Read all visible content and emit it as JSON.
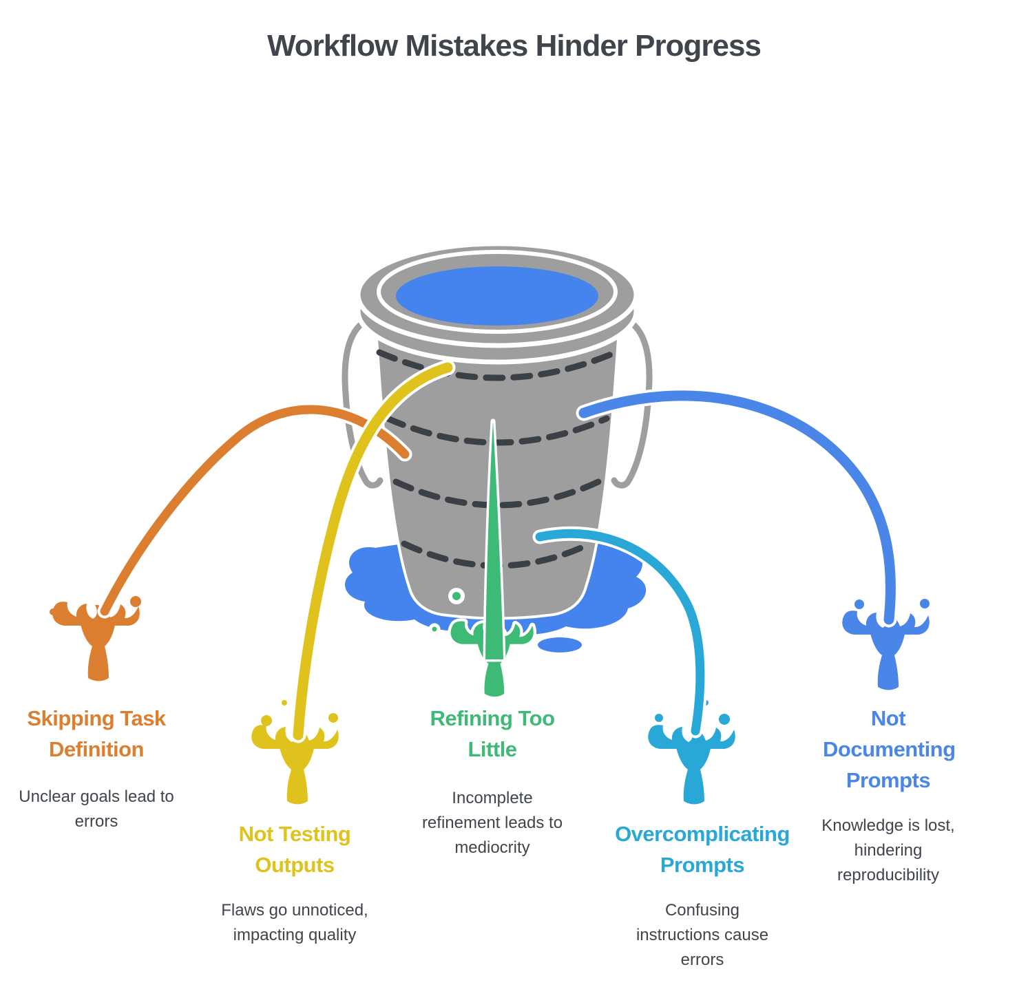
{
  "title": "Workflow Mistakes Hinder Progress",
  "illustration": {
    "name": "leaking-bucket",
    "description_visible_elements": [
      "gray bucket full of blue water",
      "blue puddle",
      "five colored leak streams with splashes"
    ]
  },
  "palette": {
    "orange": "#DC7E30",
    "yellow": "#DFC31C",
    "green": "#3DBA76",
    "cyan": "#29A8D8",
    "blue": "#4A85E8",
    "bucket_gray": "#9E9E9E",
    "water_blue": "#4584EC",
    "dash_dark": "#3A4045",
    "text_dark": "#3F454B"
  },
  "mistakes": [
    {
      "id": "skipping-task-definition",
      "label": "Skipping Task Definition",
      "description": "Unclear goals lead to errors",
      "color": "#DC7E30"
    },
    {
      "id": "not-testing-outputs",
      "label": "Not Testing Outputs",
      "description": "Flaws go unnoticed, impacting quality",
      "color": "#DFC31C"
    },
    {
      "id": "refining-too-little",
      "label": "Refining Too Little",
      "description": "Incomplete refinement leads to mediocrity",
      "color": "#3DBA76"
    },
    {
      "id": "overcomplicating-prompts",
      "label": "Overcomplicating Prompts",
      "description": "Confusing instructions cause errors",
      "color": "#29A8D8"
    },
    {
      "id": "not-documenting-prompts",
      "label": "Not Documenting Prompts",
      "description": "Knowledge is lost, hindering reproducibility",
      "color": "#4A85E8"
    }
  ]
}
